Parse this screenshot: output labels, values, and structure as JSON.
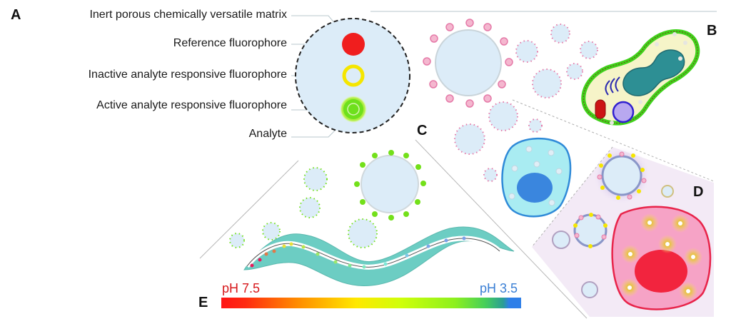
{
  "figure": {
    "panels": {
      "A": "A",
      "B": "B",
      "C": "C",
      "D": "D",
      "E": "E"
    },
    "legend": {
      "matrix": "Inert porous chemically versatile matrix",
      "reference": "Reference fluorophore",
      "inactive": "Inactive analyte responsive fluorophore",
      "active": "Active analyte responsive fluorophore",
      "analyte": "Analyte"
    },
    "ph_scale": {
      "left_label": "pH 7.5",
      "right_label": "pH 3.5",
      "left_color": "#d7191c",
      "right_color": "#3a7fd5",
      "gradient": [
        "#ff1a1a",
        "#ff7a00",
        "#ffd400",
        "#eaff00",
        "#9cf51a",
        "#3ecf5e",
        "#2a9e9a",
        "#2f7fe8"
      ]
    },
    "colors": {
      "matrix_fill": "#dcecf8",
      "reference": "#f01e1e",
      "inactive": "#f5e600",
      "active": "#73e01a",
      "pink_fluor": "#e57aa8",
      "worm": "#6ccdc3",
      "cell_c": "#8fe3ef",
      "cell_c_border": "#2f8ad8",
      "cell_d": "#f6a3c6",
      "cell_d_border": "#e8244a",
      "bacterium_border": "#3fd21a"
    }
  }
}
